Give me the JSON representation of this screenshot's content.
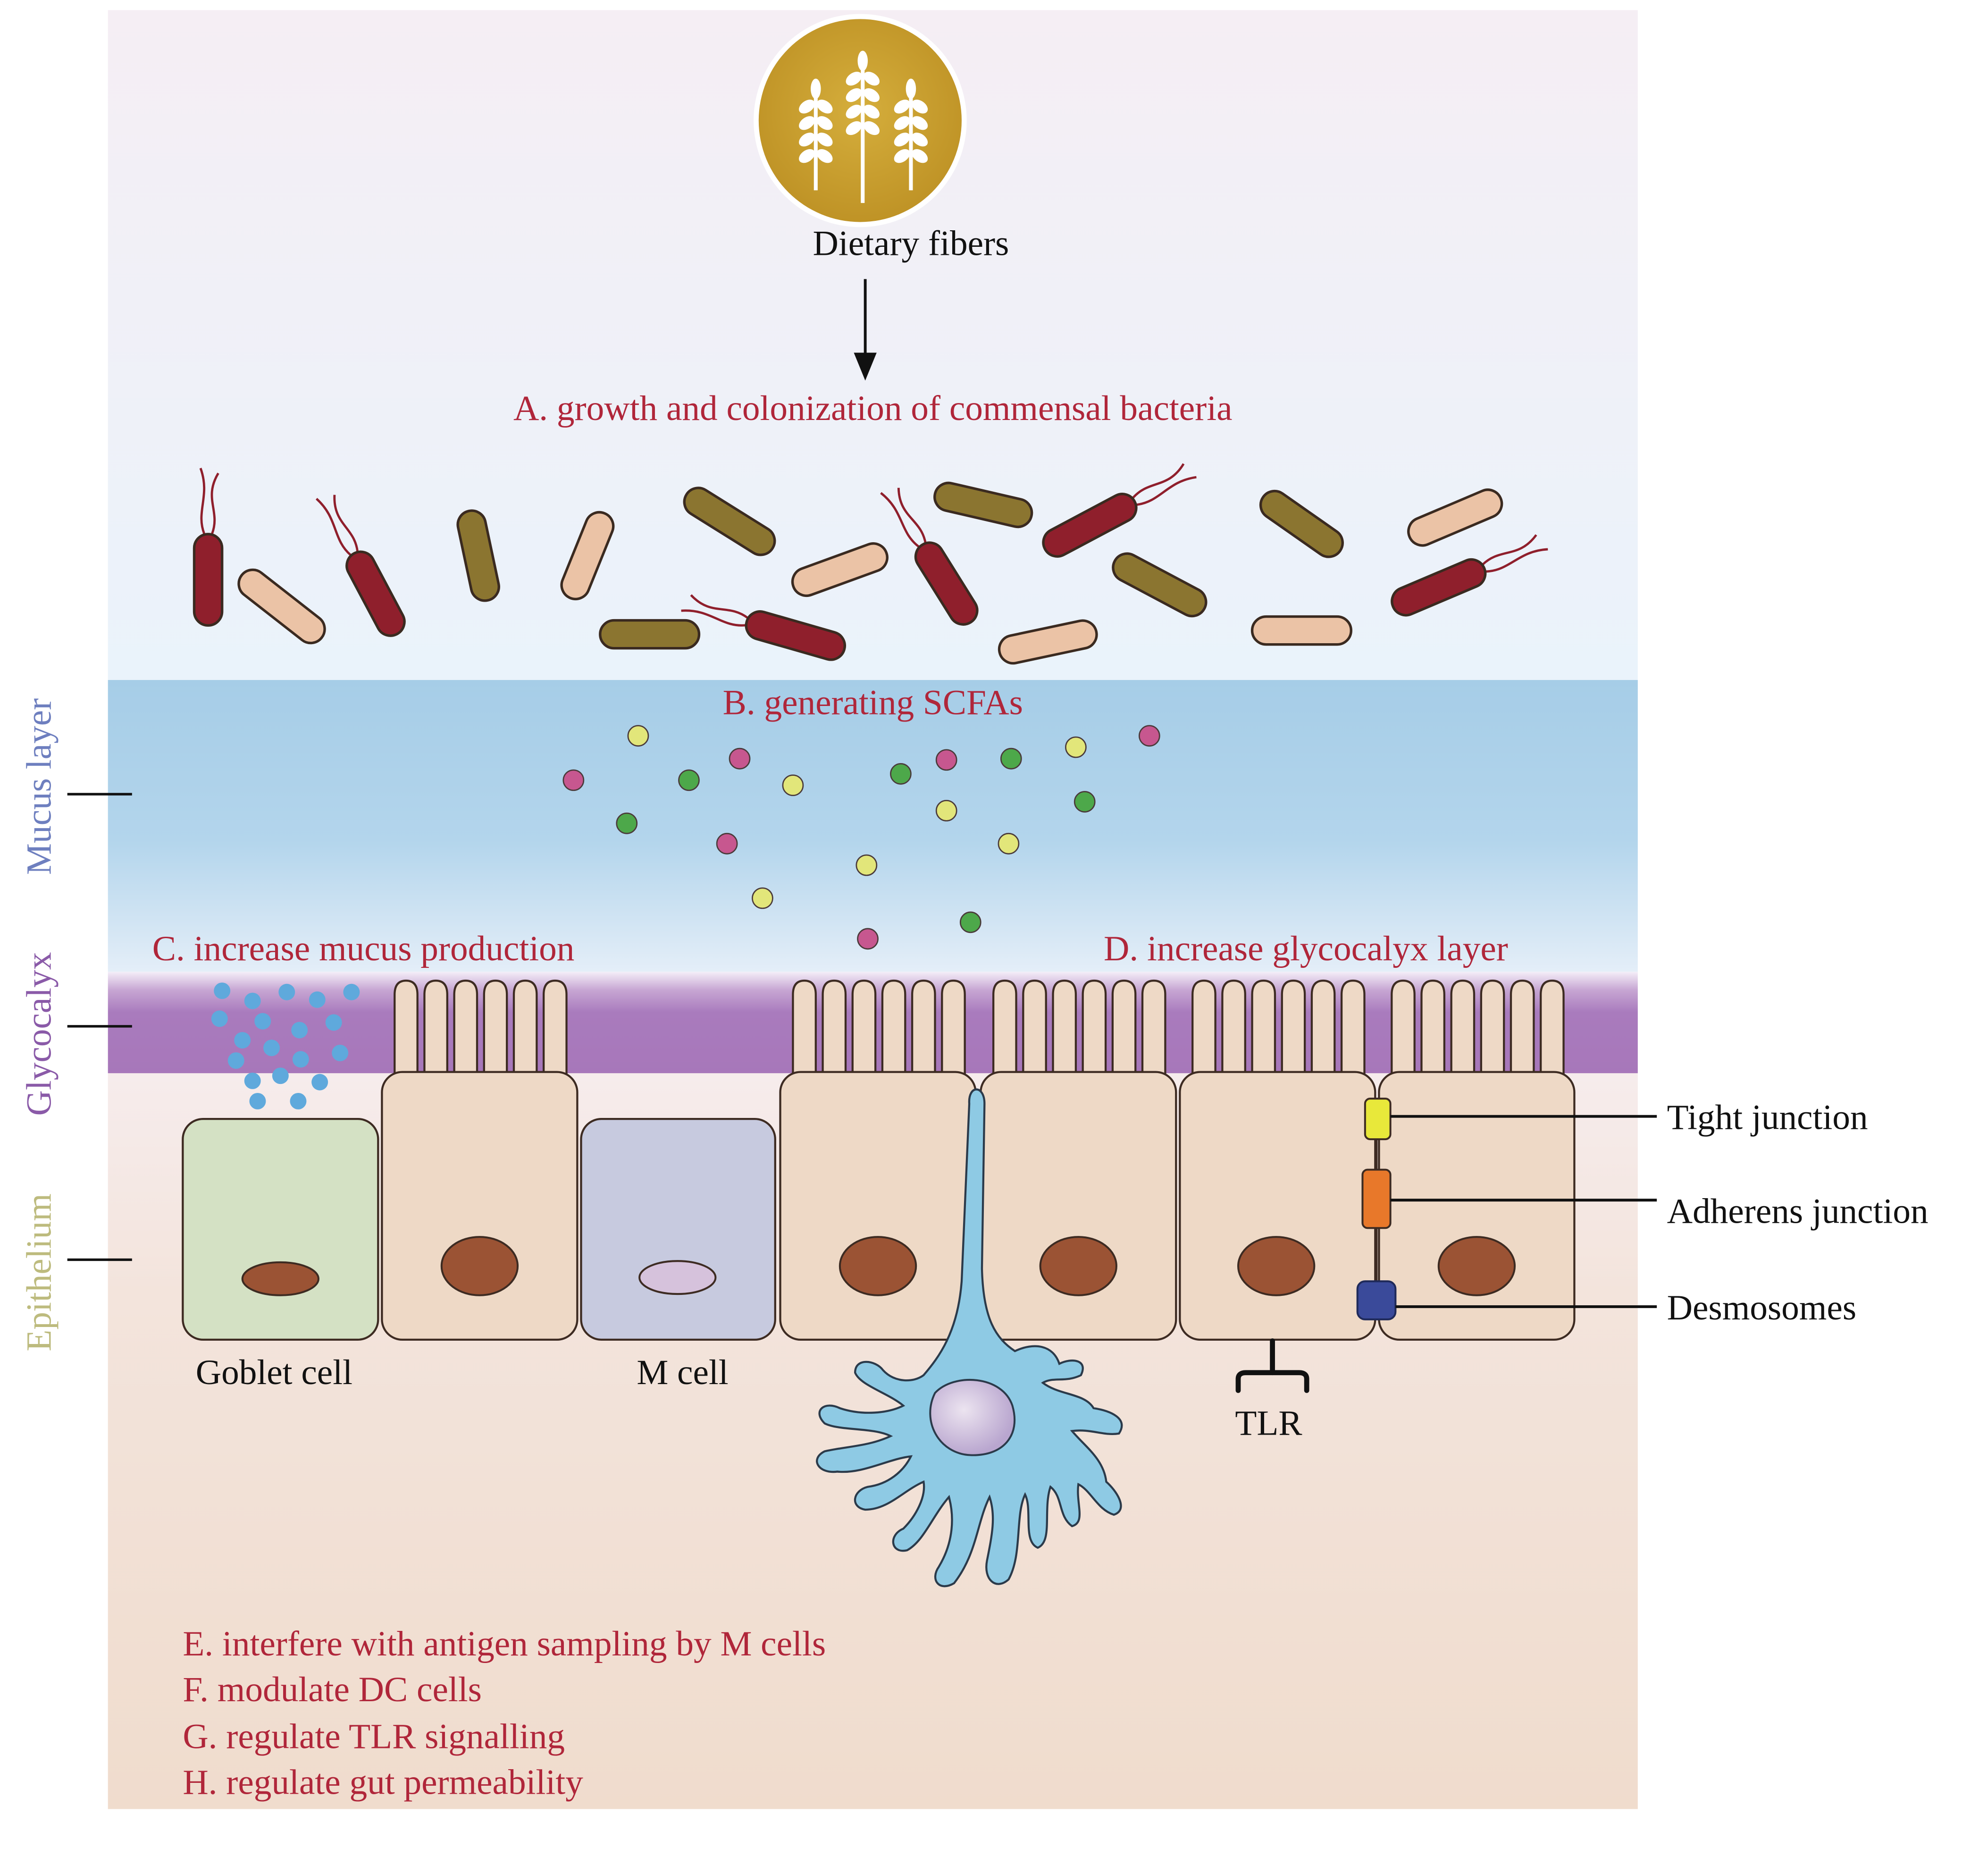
{
  "title": "Dietary fibers",
  "colors": {
    "annotation_red": "#b0263a",
    "label_black": "#111111",
    "mucus_label": "#6e7fbf",
    "glycocalyx_label": "#8a5aa8",
    "epithelium_label": "#bdbb7e",
    "top_lumen": "#f3f0f6",
    "lumen_blue": "#e9f2fb",
    "mucus_blue": "#a8cfe8",
    "glycocalyx_purple": "#a97bbd",
    "epithelium_bg": "#f1e1d6",
    "enterocyte_fill": "#eed9c6",
    "nucleus": "#9b5334",
    "goblet_fill": "#d4e1c4",
    "m_cell_fill": "#c7cadf",
    "m_nucleus": "#d6c2dc",
    "dc_fill": "#8ecae4",
    "dc_nucleus": "#cfc3dd",
    "wheat_circle": "#c9a233",
    "bacteria_flagellated": "#8f1f2c",
    "bacteria_olive": "#8b7530",
    "bacteria_peach": "#ebc3a6",
    "scfa_magenta": "#c7578f",
    "scfa_green": "#4da84a",
    "scfa_yellow": "#e2e67a",
    "mucus_droplet": "#5fa9dc",
    "tight_junction": "#e8e83a",
    "adherens_junction": "#e8782a",
    "desmosome": "#3a4a9a"
  },
  "icons": {
    "wheat": "wheat-icon",
    "bacteria": "rod-bacteria-icon",
    "dendritic_cell": "dendritic-cell-icon",
    "tlr": "tlr-receptor-icon"
  },
  "annotations": {
    "a": "A. growth and colonization of commensal bacteria",
    "b": "B. generating SCFAs",
    "c": "C. increase mucus production",
    "d": "D. increase glycocalyx layer",
    "e": "E. interfere with antigen sampling by M cells",
    "f": "F. modulate DC cells",
    "g": "G. regulate TLR signalling",
    "h": "H. regulate gut permeability"
  },
  "layer_labels": {
    "mucus": "Mucus layer",
    "glycocalyx": "Glycocalyx",
    "epithelium": "Epithelium"
  },
  "cell_labels": {
    "goblet": "Goblet cell",
    "m_cell": "M cell",
    "tlr": "TLR"
  },
  "junction_labels": {
    "tight": "Tight junction",
    "adherens": "Adherens junction",
    "desmosomes": "Desmosomes"
  }
}
